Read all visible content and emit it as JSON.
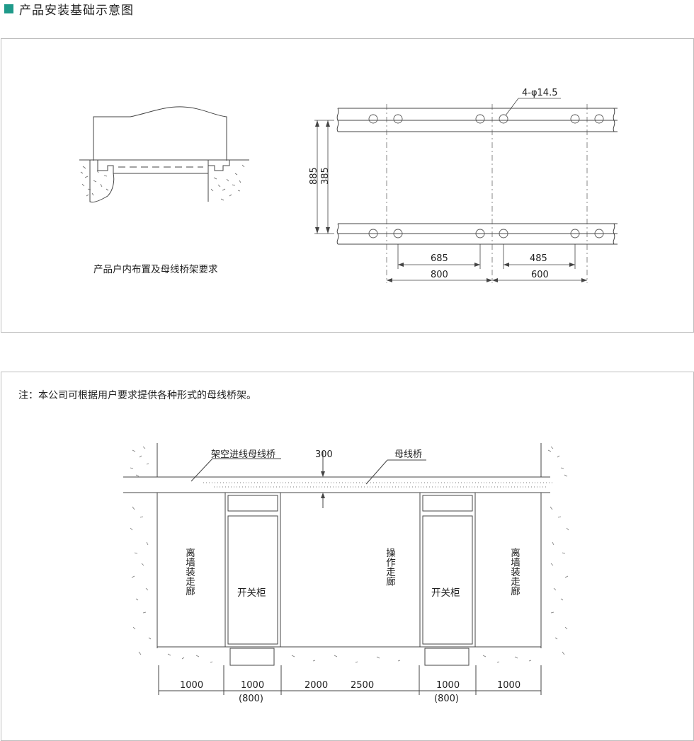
{
  "header": {
    "title": "产品安装基础示意图",
    "accent_color": "#1f9a8a",
    "icon": "square-bullet-icon"
  },
  "top_panel": {
    "left_caption": "产品户内布置及母线桥架要求",
    "hole_label": "4-φ14.5",
    "dims": {
      "outer_height": "885",
      "inner_height": "385",
      "d685": "685",
      "d485": "485",
      "d800": "800",
      "d600": "600"
    }
  },
  "bottom_panel": {
    "note": "注：本公司可根据用户要求提供各种形式的母线桥架。",
    "labels": {
      "overhead_bridge": "架空进线母线桥",
      "busbar_bridge": "母线桥",
      "d300": "300",
      "left_corridor": "离墙装走廊",
      "right_corridor": "离墙装走廊",
      "operation_corridor": "操作走廊",
      "cabinet_left": "开关柜",
      "cabinet_right": "开关柜"
    },
    "dims": {
      "a": "1000",
      "b": "1000",
      "b_alt": "(800)",
      "c": "2000",
      "d": "2500",
      "e": "1000",
      "e_alt": "(800)",
      "f": "1000"
    }
  }
}
